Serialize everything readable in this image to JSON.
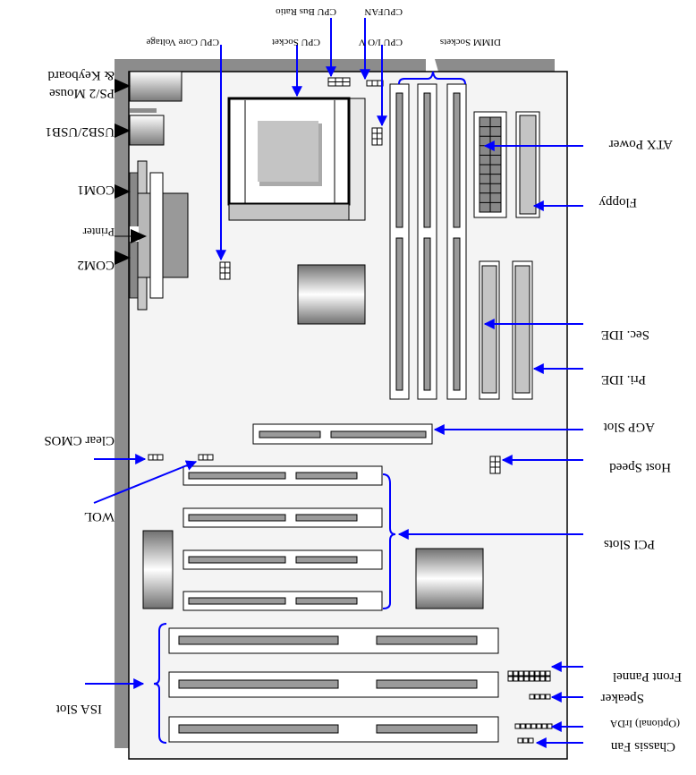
{
  "diagram": {
    "title": "Motherboard Layout",
    "text_mirrored": true,
    "colors": {
      "board": "#f4f4f4",
      "io_shield": "#8c8c8c",
      "outline": "#000000",
      "slot_fill": "#9a9a9a",
      "leader": "#0000ff",
      "label": "#000000"
    },
    "labels": {
      "cpu_core_voltage": "CPU Core Voltage",
      "cpu_socket": "CPU Socket",
      "cpu_bus_ratio": "CPU Bus Ratio",
      "cpufan": "CPUFAN",
      "cpu_io_v": "CPU I/O V",
      "dimm_sockets": "DIMM Sockets",
      "ps2_mouse": "PS/2 Mouse",
      "keyboard": "& Keyboard",
      "usb": "USB2/USB1",
      "com1": "COM1",
      "printer": "Printer",
      "com2": "COM2",
      "atx_power": "ATX Power",
      "floppy": "Floppy",
      "sec_ide": "Sec. IDE",
      "pri_ide": "Pri. IDE",
      "agp_slot": "AGP Slot",
      "host_speed": "Host Speed",
      "clear_cmos": "Clear CMOS",
      "wol": "WOL",
      "pci_slots": "PCI Slots",
      "isa_slot": "ISA Slot",
      "front_pannel": "Front Pannel",
      "speaker": "Speaker",
      "irda": "(Optional) IrDA",
      "chassis_fan": "Chassis Fan"
    },
    "components": {
      "dimm_socket_count": 3,
      "pci_slot_count": 4,
      "isa_slot_count": 3,
      "ide_connector_count": 2
    }
  }
}
